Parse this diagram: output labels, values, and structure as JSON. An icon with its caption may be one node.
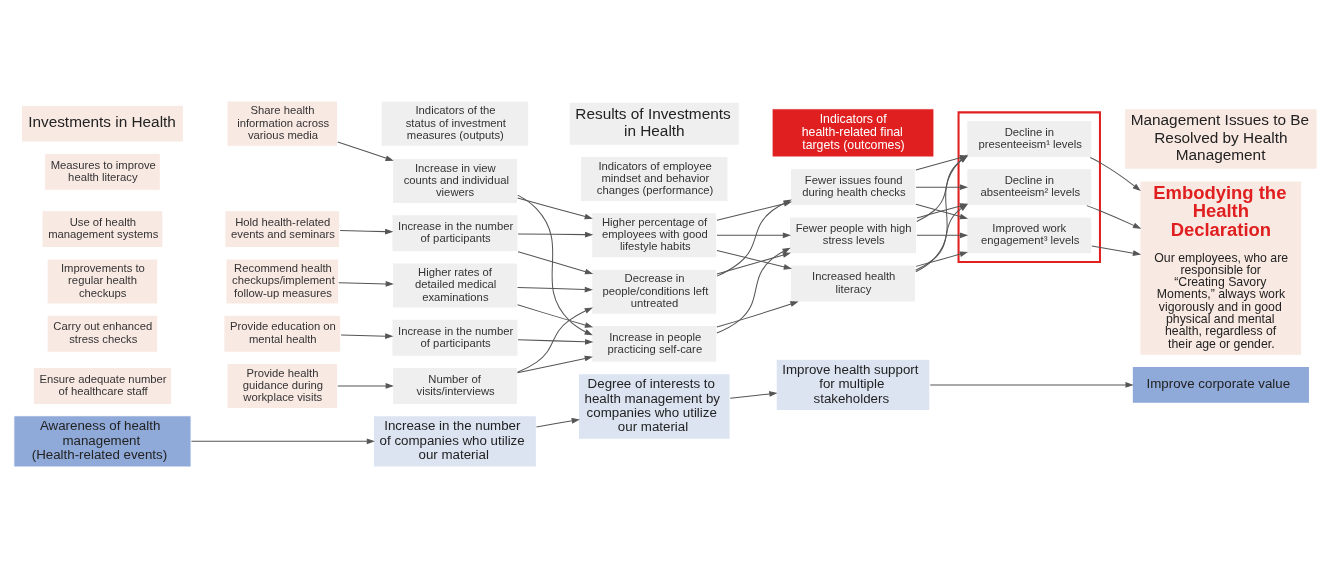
{
  "diagram": {
    "nodes": [
      {
        "text": [
          "Investments in Health"
        ]
      },
      {
        "text": [
          "Results of Investments in Health"
        ]
      },
      {
        "text": [
          "Indicators of the status of investment measures (outputs)"
        ]
      },
      {
        "text": [
          "Indicators of employee mindset and behavior changes (performance)"
        ]
      },
      {
        "text": [
          "Indicators of health-related final targets (outcomes)"
        ]
      },
      {
        "text": [
          "Management Issues to Be Resolved by Health Management"
        ]
      },
      {
        "text": [
          "Measures to improve health literacy"
        ]
      },
      {
        "text": [
          "Use of health management systems"
        ]
      },
      {
        "text": [
          "Improvements to regular health checkups"
        ]
      },
      {
        "text": [
          "Carry out enhanced stress checks"
        ]
      },
      {
        "text": [
          "Ensure adequate number of healthcare staff"
        ]
      },
      {
        "text": [
          "Share health information across various media"
        ]
      },
      {
        "text": [
          "Hold health-related events and seminars"
        ]
      },
      {
        "text": [
          "Recommend health checkups/implement follow-up measures"
        ]
      },
      {
        "text": [
          "Provide education on mental health"
        ]
      },
      {
        "text": [
          "Provide health guidance during workplace visits"
        ]
      },
      {
        "text": [
          "Increase in view counts and individual viewers"
        ]
      },
      {
        "text": [
          "Increase in the number of participants"
        ]
      },
      {
        "text": [
          "Higher rates of detailed medical examinations"
        ]
      },
      {
        "text": [
          "Increase in the number of participants"
        ]
      },
      {
        "text": [
          "Number of visits/interviews"
        ]
      },
      {
        "text": [
          "Higher percentage of employees with good lifestyle habits"
        ]
      },
      {
        "text": [
          "Decrease in people/conditions left untreated"
        ]
      },
      {
        "text": [
          "Increase in people practicing self-care"
        ]
      },
      {
        "text": [
          "Fewer issues found during health checks"
        ]
      },
      {
        "text": [
          "Fewer people with high stress levels"
        ]
      },
      {
        "text": [
          "Increased health literacy"
        ]
      },
      {
        "text": [],
        "shape": "box"
      },
      {
        "text": [
          "Decline in presenteeism¹ levels"
        ],
        "in": 27
      },
      {
        "text": [
          "Decline in absenteeism² levels"
        ],
        "in": 27
      },
      {
        "text": [
          "Improved work engagement³ levels"
        ],
        "in": 27
      },
      {
        "text": [
          "Embodying the Health Declaration",
          "Our employees, who are responsible for “Creating Savory Moments,” always work vigorously and in good physical and mental health, regardless of their age or gender."
        ]
      },
      {
        "text": [
          "Awareness of health management (Health-related events)"
        ]
      },
      {
        "text": [
          "Increase in the number of companies who utilize our material"
        ]
      },
      {
        "text": [
          "Degree of interests to health management by companies who utilize our material"
        ]
      },
      {
        "text": [
          "Improve health support for multiple stakeholders"
        ]
      },
      {
        "text": [
          "Improve corporate value"
        ]
      }
    ],
    "edges": [
      {
        "from": 11,
        "to": 16,
        "arrow": "to"
      },
      {
        "from": 12,
        "to": 17,
        "arrow": "to"
      },
      {
        "from": 13,
        "to": 18,
        "arrow": "to"
      },
      {
        "from": 14,
        "to": 19,
        "arrow": "to"
      },
      {
        "from": 15,
        "to": 20,
        "arrow": "to"
      },
      {
        "from": 16,
        "to": 21,
        "arrow": "to"
      },
      {
        "from": 16,
        "to": 23,
        "arrow": "to"
      },
      {
        "from": 17,
        "to": 21,
        "arrow": "to"
      },
      {
        "from": 17,
        "to": 22,
        "arrow": "to"
      },
      {
        "from": 18,
        "to": 22,
        "arrow": "to"
      },
      {
        "from": 18,
        "to": 23,
        "arrow": "to"
      },
      {
        "from": 19,
        "to": 23,
        "arrow": "to"
      },
      {
        "from": 20,
        "to": 22,
        "arrow": "to"
      },
      {
        "from": 20,
        "to": 23,
        "arrow": "to"
      },
      {
        "from": 21,
        "to": 24,
        "arrow": "to"
      },
      {
        "from": 21,
        "to": 25,
        "arrow": "to"
      },
      {
        "from": 21,
        "to": 26,
        "arrow": "to"
      },
      {
        "from": 22,
        "to": 24,
        "arrow": "to"
      },
      {
        "from": 22,
        "to": 25,
        "arrow": "to"
      },
      {
        "from": 23,
        "to": 25,
        "arrow": "to"
      },
      {
        "from": 23,
        "to": 26,
        "arrow": "to"
      },
      {
        "from": 24,
        "to": 28,
        "arrow": "to"
      },
      {
        "from": 24,
        "to": 29,
        "arrow": "to"
      },
      {
        "from": 24,
        "to": 30,
        "arrow": "to"
      },
      {
        "from": 25,
        "to": 28,
        "arrow": "to"
      },
      {
        "from": 25,
        "to": 29,
        "arrow": "to"
      },
      {
        "from": 25,
        "to": 30,
        "arrow": "to"
      },
      {
        "from": 26,
        "to": 28,
        "arrow": "to"
      },
      {
        "from": 26,
        "to": 29,
        "arrow": "to"
      },
      {
        "from": 26,
        "to": 30,
        "arrow": "to"
      },
      {
        "from": 28,
        "to": 31,
        "arrow": "to"
      },
      {
        "from": 29,
        "to": 31,
        "arrow": "to"
      },
      {
        "from": 30,
        "to": 31,
        "arrow": "to"
      },
      {
        "from": 32,
        "to": 33,
        "arrow": "to"
      },
      {
        "from": 33,
        "to": 34,
        "arrow": "to"
      },
      {
        "from": 34,
        "to": 35,
        "arrow": "to"
      },
      {
        "from": 35,
        "to": 36,
        "arrow": "to"
      }
    ]
  }
}
